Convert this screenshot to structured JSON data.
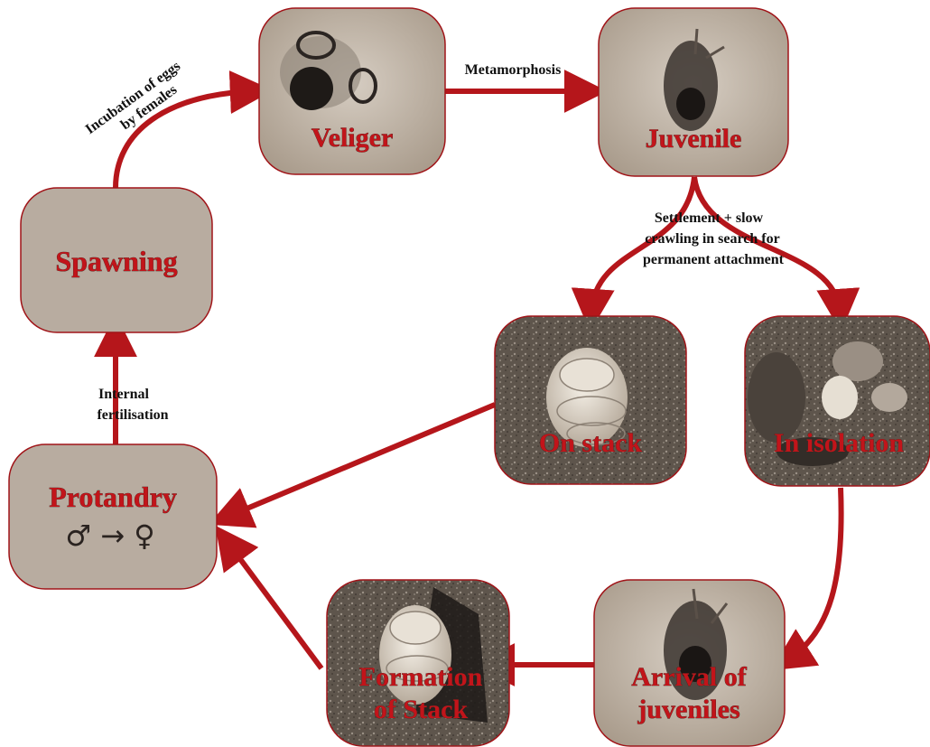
{
  "colors": {
    "arrow": "#b5161b",
    "node_fill": "#b8aca0",
    "node_stroke": "#a01418",
    "label_text": "#c2141a"
  },
  "nodes": {
    "veliger": {
      "label": "Veliger",
      "icon": "veliger-larva-photo"
    },
    "juvenile": {
      "label": "Juvenile",
      "icon": "juvenile-larva-photo"
    },
    "spawning": {
      "label": "Spawning"
    },
    "on_stack": {
      "label": "On stack",
      "icon": "limpet-stack-photo"
    },
    "in_isolation": {
      "label": "In isolation",
      "icon": "pebble-beach-photo"
    },
    "protandry": {
      "label": "Protandry",
      "symbol": "♂ → ♀"
    },
    "formation_of_stack": {
      "label_line1": "Formation",
      "label_line2": "of Stack",
      "icon": "limpet-stack-photo"
    },
    "arrival_of_juveniles": {
      "label_line1": "Arrival of",
      "label_line2": "juveniles",
      "icon": "juvenile-larva-photo"
    }
  },
  "edges": {
    "incubation": {
      "line1": "Incubation of eggs",
      "line2": "by females"
    },
    "metamorphosis": {
      "label": "Metamorphosis"
    },
    "settlement": {
      "line1": "Settlement  + slow",
      "line2": "crawling in search  for",
      "line3": "permanent attachment"
    },
    "internal_fertilisation": {
      "line1": "Internal",
      "line2": "fertilisation"
    }
  }
}
